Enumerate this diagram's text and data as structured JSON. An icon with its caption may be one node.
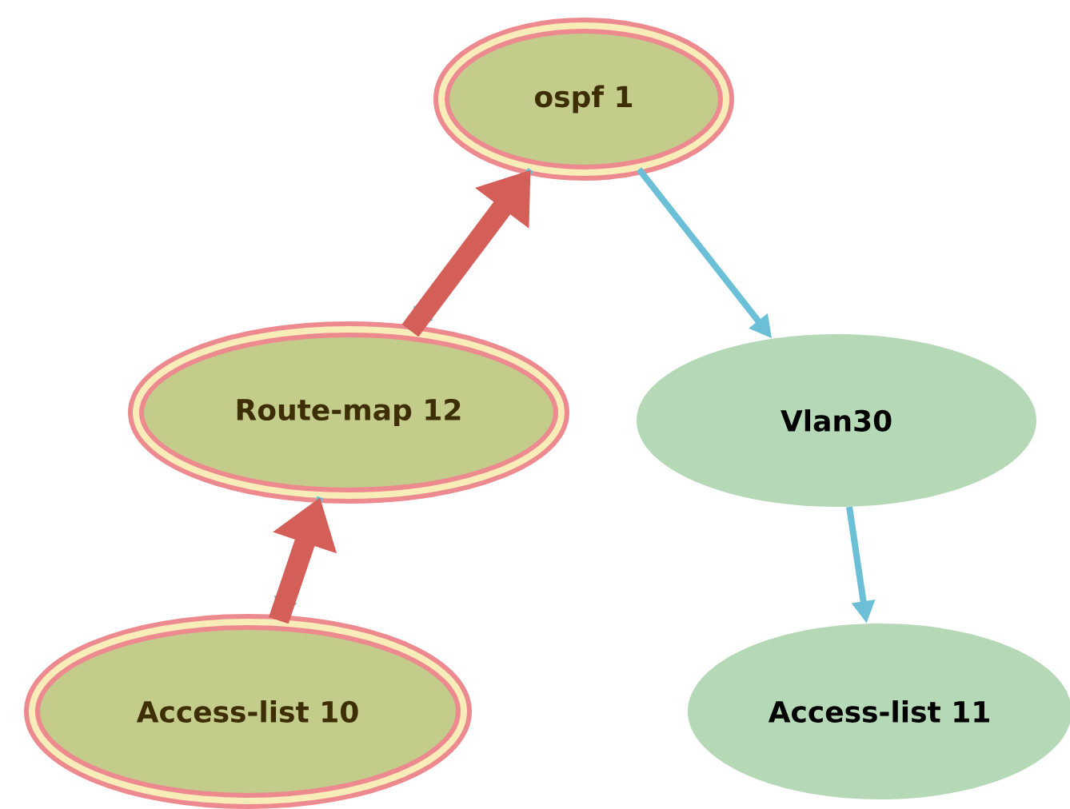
{
  "diagram": {
    "nodes": [
      {
        "text": [
          "ospf 1"
        ]
      },
      {
        "text": [
          "Route-map 12"
        ]
      },
      {
        "text": [
          "Vlan30"
        ]
      },
      {
        "text": [
          "Access-list 10"
        ]
      },
      {
        "text": [
          "Access-list 11"
        ]
      }
    ],
    "edges": [
      {
        "from": 0,
        "to": 1,
        "arrow": "to"
      },
      {
        "from": 0,
        "to": 2,
        "arrow": "to"
      },
      {
        "from": 1,
        "to": 3,
        "arrow": "to"
      },
      {
        "from": 2,
        "to": 4,
        "arrow": "to"
      },
      {
        "from": 3,
        "to": 1,
        "arrow": "to",
        "style": "thick",
        "color": "#d45f58"
      },
      {
        "from": 1,
        "to": 0,
        "arrow": "to",
        "style": "thick",
        "color": "#d45f58"
      }
    ]
  }
}
